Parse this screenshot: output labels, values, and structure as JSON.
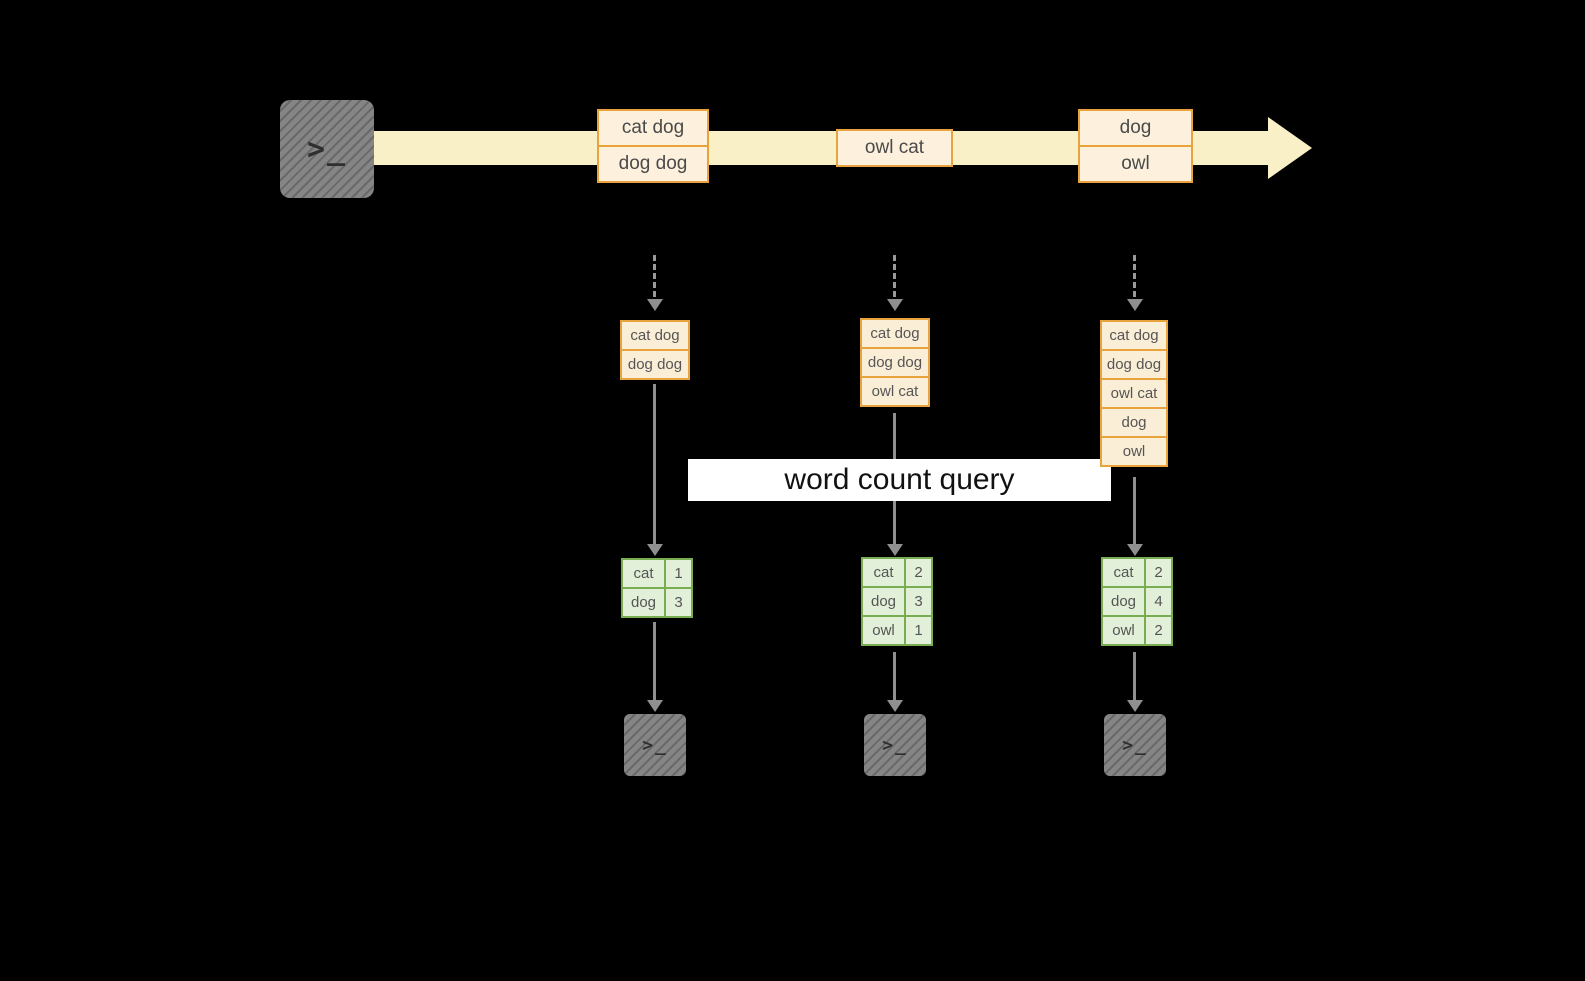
{
  "banner": {
    "label": "word count query"
  },
  "icons": {
    "terminal_prompt": ">_"
  },
  "stream": {
    "events": [
      {
        "lines": [
          "cat dog",
          "dog dog"
        ]
      },
      {
        "lines": [
          "owl cat"
        ]
      },
      {
        "lines": [
          "dog",
          "owl"
        ]
      }
    ]
  },
  "columns": [
    {
      "state_rows": [
        "cat dog",
        "dog dog"
      ],
      "result": [
        {
          "word": "cat",
          "count": "1"
        },
        {
          "word": "dog",
          "count": "3"
        }
      ]
    },
    {
      "state_rows": [
        "cat dog",
        "dog dog",
        "owl cat"
      ],
      "result": [
        {
          "word": "cat",
          "count": "2"
        },
        {
          "word": "dog",
          "count": "3"
        },
        {
          "word": "owl",
          "count": "1"
        }
      ]
    },
    {
      "state_rows": [
        "cat dog",
        "dog dog",
        "owl cat",
        "dog",
        "owl"
      ],
      "result": [
        {
          "word": "cat",
          "count": "2"
        },
        {
          "word": "dog",
          "count": "4"
        },
        {
          "word": "owl",
          "count": "2"
        }
      ]
    }
  ],
  "colors": {
    "background": "#000000",
    "stream_band": "#faf0c8",
    "event_fill": "#fdf1dd",
    "event_border": "#e8a33d",
    "state_fill": "#fbeed7",
    "result_fill": "#e2efd9",
    "result_border": "#78ad52",
    "arrow": "#8f8f8f",
    "terminal": "#858585",
    "banner_bg": "#ffffff"
  }
}
